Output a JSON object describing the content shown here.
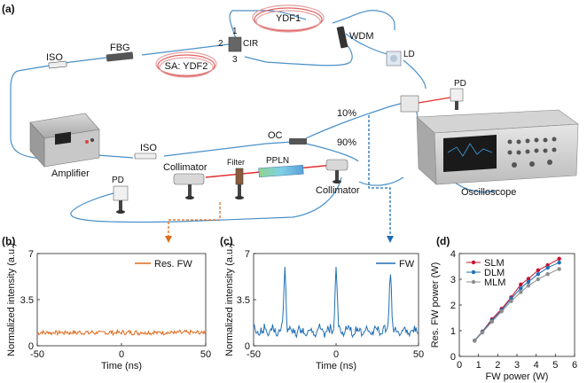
{
  "panel_labels": {
    "a": "(a)",
    "b": "(b)",
    "c": "(c)",
    "d": "(d)"
  },
  "setup": {
    "ydf1": "YDF1",
    "wdm": "WDM",
    "ld": "LD",
    "iso_top": "ISO",
    "fbg": "FBG",
    "cir": "CIR",
    "cir_port1": "1",
    "cir_port2": "2",
    "cir_port3": "3",
    "sa_ydf2": "SA: YDF2",
    "pd_top": "PD",
    "oc": "OC",
    "oc_10": "10%",
    "oc_90": "90%",
    "iso_bottom": "ISO",
    "amplifier": "Amplifier",
    "collimator_left": "Collimator",
    "filter": "Filter",
    "ppln": "PPLN",
    "collimator_right": "Collimator",
    "oscilloscope": "Oscilloscope",
    "pd_bottom": "PD"
  },
  "colors": {
    "fiber": "#4a90c8",
    "res_fw": "#e06a1c",
    "fw": "#1f6fb5",
    "slm": "#c8102e",
    "dlm": "#1f6fb5",
    "mlm": "#8c8c8c",
    "laser_red": "#e03030"
  },
  "chart_data": [
    {
      "panel": "b",
      "type": "line",
      "series": [
        {
          "name": "Res. FW",
          "color": "#e06a1c",
          "baseline": 1.0,
          "ripple": 0.15,
          "x_range": [
            -50,
            50
          ]
        }
      ],
      "xlabel": "Time (ns)",
      "ylabel": "Normalized intensity (a.u.)",
      "xlim": [
        -50,
        50
      ],
      "ylim": [
        0,
        7
      ],
      "xticks": [
        -50,
        0,
        50
      ],
      "yticks": [
        0,
        3.5,
        7
      ],
      "ytick_labels": [
        "0",
        "3.5",
        "7"
      ],
      "legend": "top-right"
    },
    {
      "panel": "c",
      "type": "line",
      "series": [
        {
          "name": "FW",
          "color": "#1f6fb5",
          "peaks": [
            {
              "x": -31,
              "y": 5.6
            },
            {
              "x": 0,
              "y": 5.6
            },
            {
              "x": 33,
              "y": 5.6
            }
          ],
          "x_range": [
            -50,
            50
          ]
        }
      ],
      "xlabel": "Time (ns)",
      "ylabel": "Normalized intensity (a.u.)",
      "xlim": [
        -50,
        50
      ],
      "ylim": [
        0,
        7
      ],
      "xticks": [
        -50,
        0,
        50
      ],
      "yticks": [
        0,
        3.5,
        7
      ],
      "ytick_labels": [
        "0",
        "3.5",
        "7"
      ],
      "legend": "top-right"
    },
    {
      "panel": "d",
      "type": "line",
      "series": [
        {
          "name": "SLM",
          "color": "#c8102e",
          "x": [
            0.8,
            1.2,
            1.7,
            2.2,
            2.7,
            3.2,
            3.6,
            4.1,
            4.6,
            5.2
          ],
          "y": [
            0.62,
            0.97,
            1.45,
            1.85,
            2.3,
            2.8,
            3.02,
            3.35,
            3.55,
            3.8
          ]
        },
        {
          "name": "DLM",
          "color": "#1f6fb5",
          "x": [
            0.8,
            1.2,
            1.7,
            2.2,
            2.7,
            3.2,
            3.6,
            4.1,
            4.6,
            5.2
          ],
          "y": [
            0.62,
            0.96,
            1.4,
            1.8,
            2.25,
            2.65,
            2.9,
            3.2,
            3.45,
            3.65
          ]
        },
        {
          "name": "MLM",
          "color": "#8c8c8c",
          "x": [
            0.8,
            1.2,
            1.7,
            2.2,
            2.7,
            3.2,
            3.6,
            4.1,
            4.6,
            5.2
          ],
          "y": [
            0.6,
            0.93,
            1.35,
            1.75,
            2.15,
            2.5,
            2.75,
            3.0,
            3.2,
            3.4
          ]
        }
      ],
      "xlabel": "FW power (W)",
      "ylabel": "Res. FW power (W)",
      "xlim": [
        0,
        6
      ],
      "ylim": [
        0,
        4
      ],
      "xticks": [
        0,
        1,
        2,
        3,
        4,
        5,
        6
      ],
      "yticks": [
        0,
        1,
        2,
        3,
        4
      ],
      "legend": "top-left"
    }
  ]
}
